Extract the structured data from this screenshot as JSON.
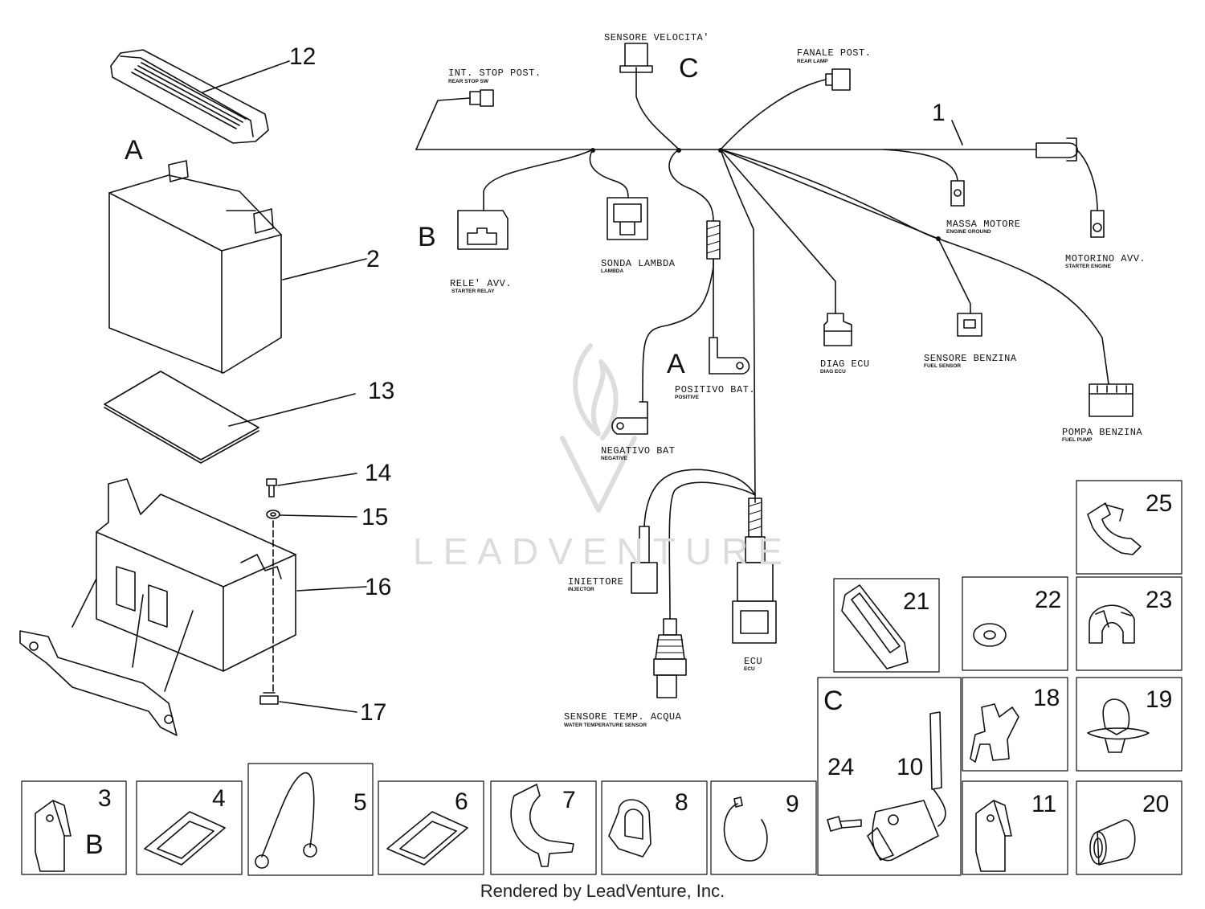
{
  "callouts": {
    "n1": "1",
    "n2": "2",
    "n3": "3",
    "n4": "4",
    "n5": "5",
    "n6": "6",
    "n7": "7",
    "n8": "8",
    "n9": "9",
    "n10": "10",
    "n11": "11",
    "n12": "12",
    "n13": "13",
    "n14": "14",
    "n15": "15",
    "n16": "16",
    "n17": "17",
    "n18": "18",
    "n19": "19",
    "n20": "20",
    "n21": "21",
    "n22": "22",
    "n23": "23",
    "n24": "24",
    "n25": "25"
  },
  "letters": {
    "a_battery": "A",
    "a_positive": "A",
    "b_relay": "B",
    "b_part3": "B",
    "c_speed": "C",
    "c_sensor": "C"
  },
  "connectors": {
    "int_stop": {
      "label": "INT. STOP POST.",
      "sub": "REAR STOP SW"
    },
    "speed_sensor": {
      "label": "SENSORE VELOCITA'"
    },
    "rear_lamp": {
      "label": "FANALE POST.",
      "sub": "REAR LAMP"
    },
    "starter_relay": {
      "label": "RELE' AVV.",
      "sub": "STARTER RELAY"
    },
    "lambda": {
      "label": "SONDA LAMBDA",
      "sub": "LAMBDA"
    },
    "engine_ground": {
      "label": "MASSA MOTORE",
      "sub": "ENGINE GROUND"
    },
    "starter_engine": {
      "label": "MOTORINO AVV.",
      "sub": "STARTER ENGINE"
    },
    "positive": {
      "label": "POSITIVO BAT.",
      "sub": "POSITIVE"
    },
    "negative": {
      "label": "NEGATIVO BAT",
      "sub": "NEGATIVE"
    },
    "diag": {
      "label": "DIAG ECU",
      "sub": "DIAG ECU"
    },
    "fuel_sensor": {
      "label": "SENSORE BENZINA",
      "sub": "FUEL SENSOR"
    },
    "fuel_pump": {
      "label": "POMPA BENZINA",
      "sub": "FUEL PUMP"
    },
    "injector": {
      "label": "INIETTORE",
      "sub": "INJECTOR"
    },
    "ecu": {
      "label": "ECU",
      "sub": "ECU"
    },
    "water_temp": {
      "label": "SENSORE TEMP. ACQUA",
      "sub": "WATER TEMPERATURE SENSOR"
    }
  },
  "watermark": "LEADVENTURE",
  "footer": "Rendered by LeadVenture, Inc."
}
